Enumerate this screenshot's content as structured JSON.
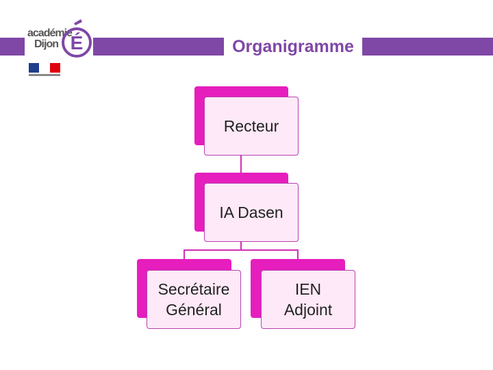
{
  "header": {
    "title": "Organigramme"
  },
  "logo": {
    "line1": "académie",
    "line2": "Dijon",
    "mark": "É"
  },
  "nodes": {
    "recteur": "Recteur",
    "ia_dasen": "IA Dasen",
    "secretaire_line1": "Secrétaire",
    "secretaire_line2": "Général",
    "ien_line1": "IEN",
    "ien_line2": "Adjoint"
  },
  "colors": {
    "brand": "#7f47a6",
    "node_back": "#e61ebd",
    "node_fill": "#fde9f7",
    "node_border": "#b83fb0"
  }
}
